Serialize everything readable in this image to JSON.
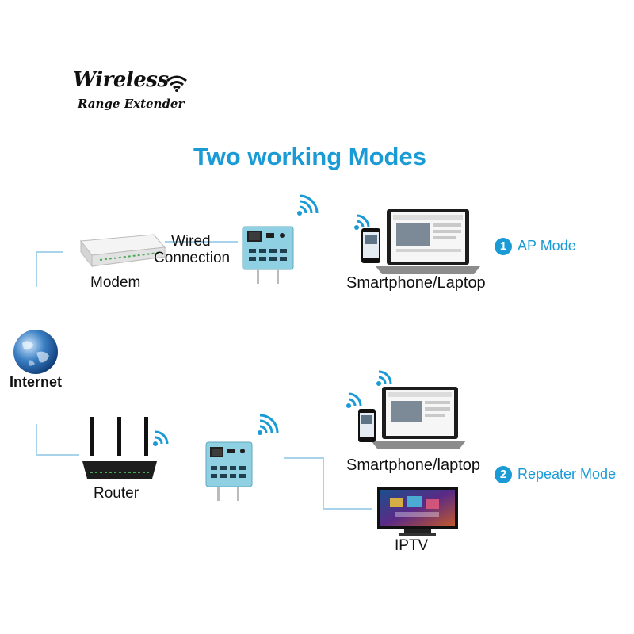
{
  "logo": {
    "line1": "Wireless",
    "line2": "Range Extender"
  },
  "title": "Two working Modes",
  "nodes": {
    "internet": "Internet",
    "modem": "Modem",
    "router": "Router",
    "wired_connection_line1": "Wired",
    "wired_connection_line2": "Connection",
    "smartphone_laptop_ap": "Smartphone/Laptop",
    "smartphone_laptop_repeater": "Smartphone/laptop",
    "iptv": "IPTV"
  },
  "modes": [
    {
      "number": "1",
      "label": "AP Mode"
    },
    {
      "number": "2",
      "label": "Repeater Mode"
    }
  ],
  "colors": {
    "accent": "#1a9bd6",
    "connector": "#a9d3ea",
    "extender_body": "#8fd1e3",
    "router_body": "#1d1d1d"
  }
}
